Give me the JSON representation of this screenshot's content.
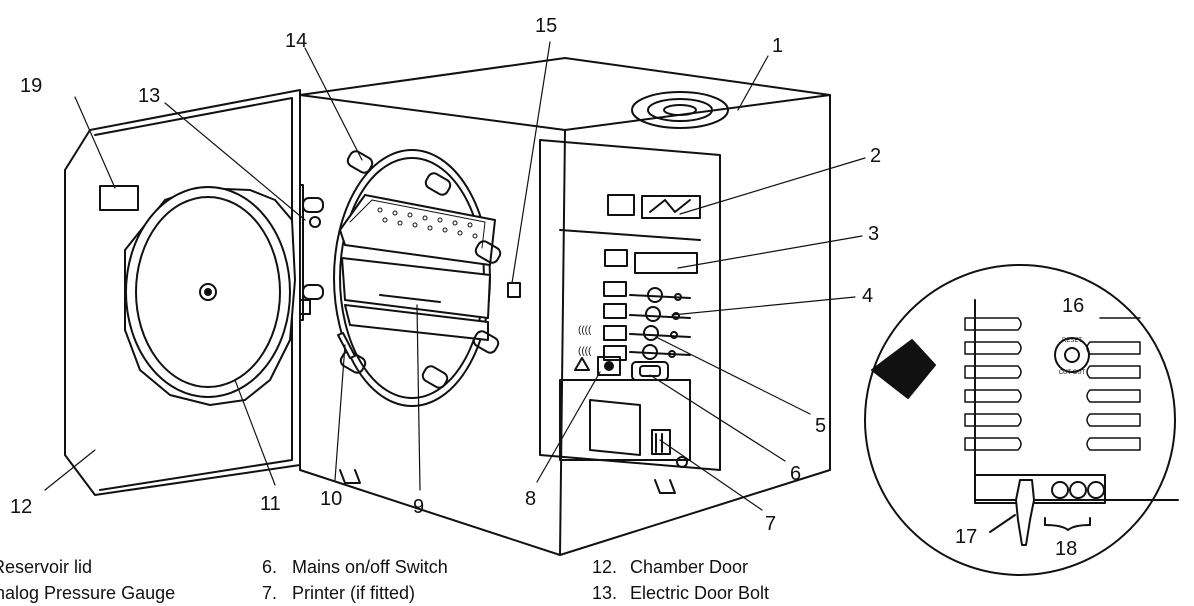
{
  "callouts": {
    "c1": "1",
    "c2": "2",
    "c3": "3",
    "c4": "4",
    "c5": "5",
    "c6": "6",
    "c7": "7",
    "c8": "8",
    "c9": "9",
    "c10": "10",
    "c11": "11",
    "c12": "12",
    "c13": "13",
    "c14": "14",
    "c15": "15",
    "c16": "16",
    "c17": "17",
    "c18": "18",
    "c19": "19"
  },
  "legend": {
    "col1": [
      {
        "num": "",
        "text": "Reservoir lid"
      },
      {
        "num": "",
        "text": "nalog Pressure Gauge"
      }
    ],
    "col2": [
      {
        "num": "6.",
        "text": "Mains on/off Switch"
      },
      {
        "num": "7.",
        "text": "Printer (if fitted)"
      }
    ],
    "col3": [
      {
        "num": "12.",
        "text": "Chamber Door"
      },
      {
        "num": "13.",
        "text": "Electric Door Bolt"
      }
    ]
  },
  "inset": {
    "label_top": "RESET",
    "label_bottom": "CUT OUT"
  }
}
